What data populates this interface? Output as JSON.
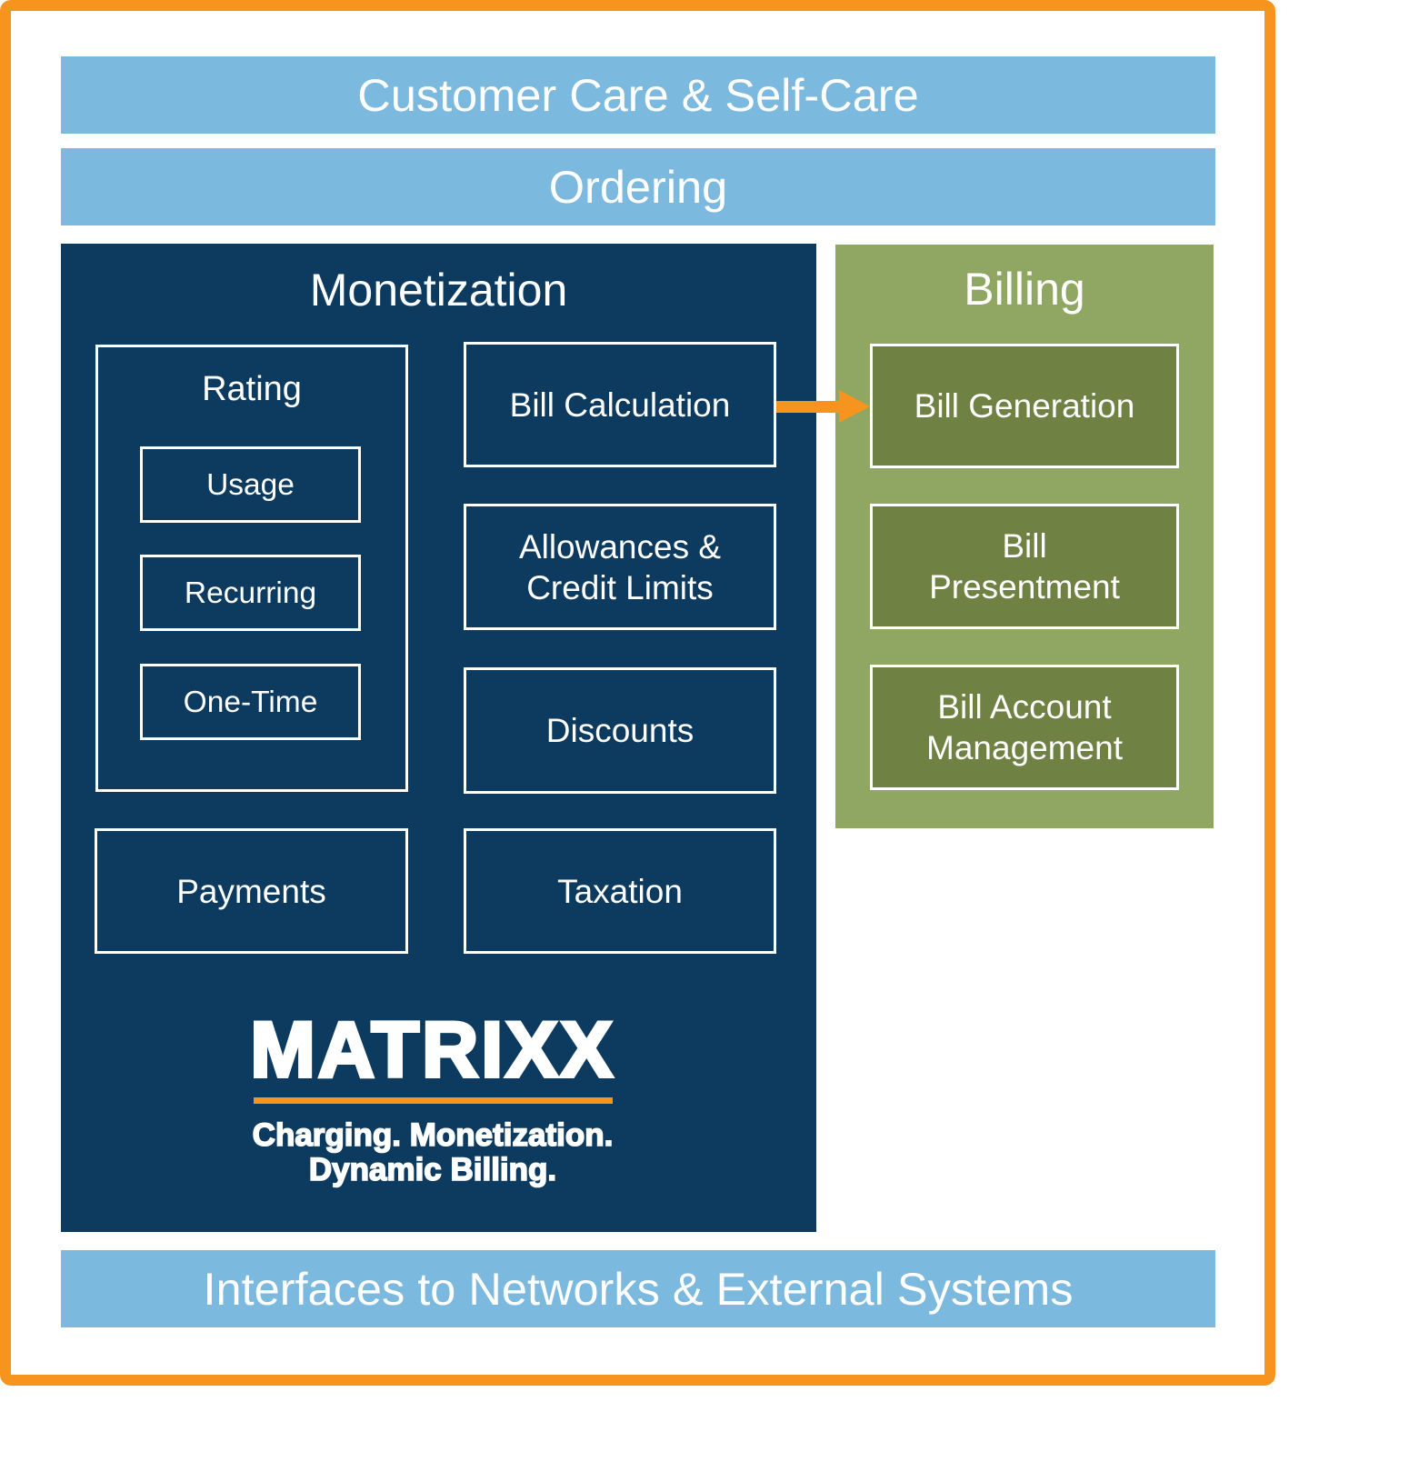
{
  "colors": {
    "frame_orange": "#F7941E",
    "light_blue": "#7BB9DE",
    "navy": "#0D3B60",
    "billing_green": "#8FA763",
    "billing_box_green": "#6F8143",
    "text_white": "#FFFFFF"
  },
  "bars": {
    "customer_care": "Customer Care & Self-Care",
    "ordering": "Ordering",
    "interfaces": "Interfaces to Networks & External Systems"
  },
  "monetization": {
    "title": "Monetization",
    "rating": {
      "title": "Rating",
      "items": [
        "Usage",
        "Recurring",
        "One-Time"
      ]
    },
    "bill_calculation": {
      "lines": [
        "Bill Calculation"
      ]
    },
    "allowances": {
      "lines": [
        "Allowances &",
        "Credit Limits"
      ]
    },
    "discounts": {
      "lines": [
        "Discounts"
      ]
    },
    "payments": {
      "lines": [
        "Payments"
      ]
    },
    "taxation": {
      "lines": [
        "Taxation"
      ]
    }
  },
  "billing": {
    "title": "Billing",
    "bill_generation": {
      "lines": [
        "Bill Generation"
      ]
    },
    "bill_presentment": {
      "lines": [
        "Bill",
        "Presentment"
      ]
    },
    "bill_account": {
      "lines": [
        "Bill Account",
        "Management"
      ]
    }
  },
  "logo": {
    "wordmark": "MATRIXX",
    "tagline_line1": "Charging. Monetization.",
    "tagline_line2": "Dynamic Billing."
  },
  "arrow": {
    "from": "Bill Calculation",
    "to": "Bill Generation"
  }
}
